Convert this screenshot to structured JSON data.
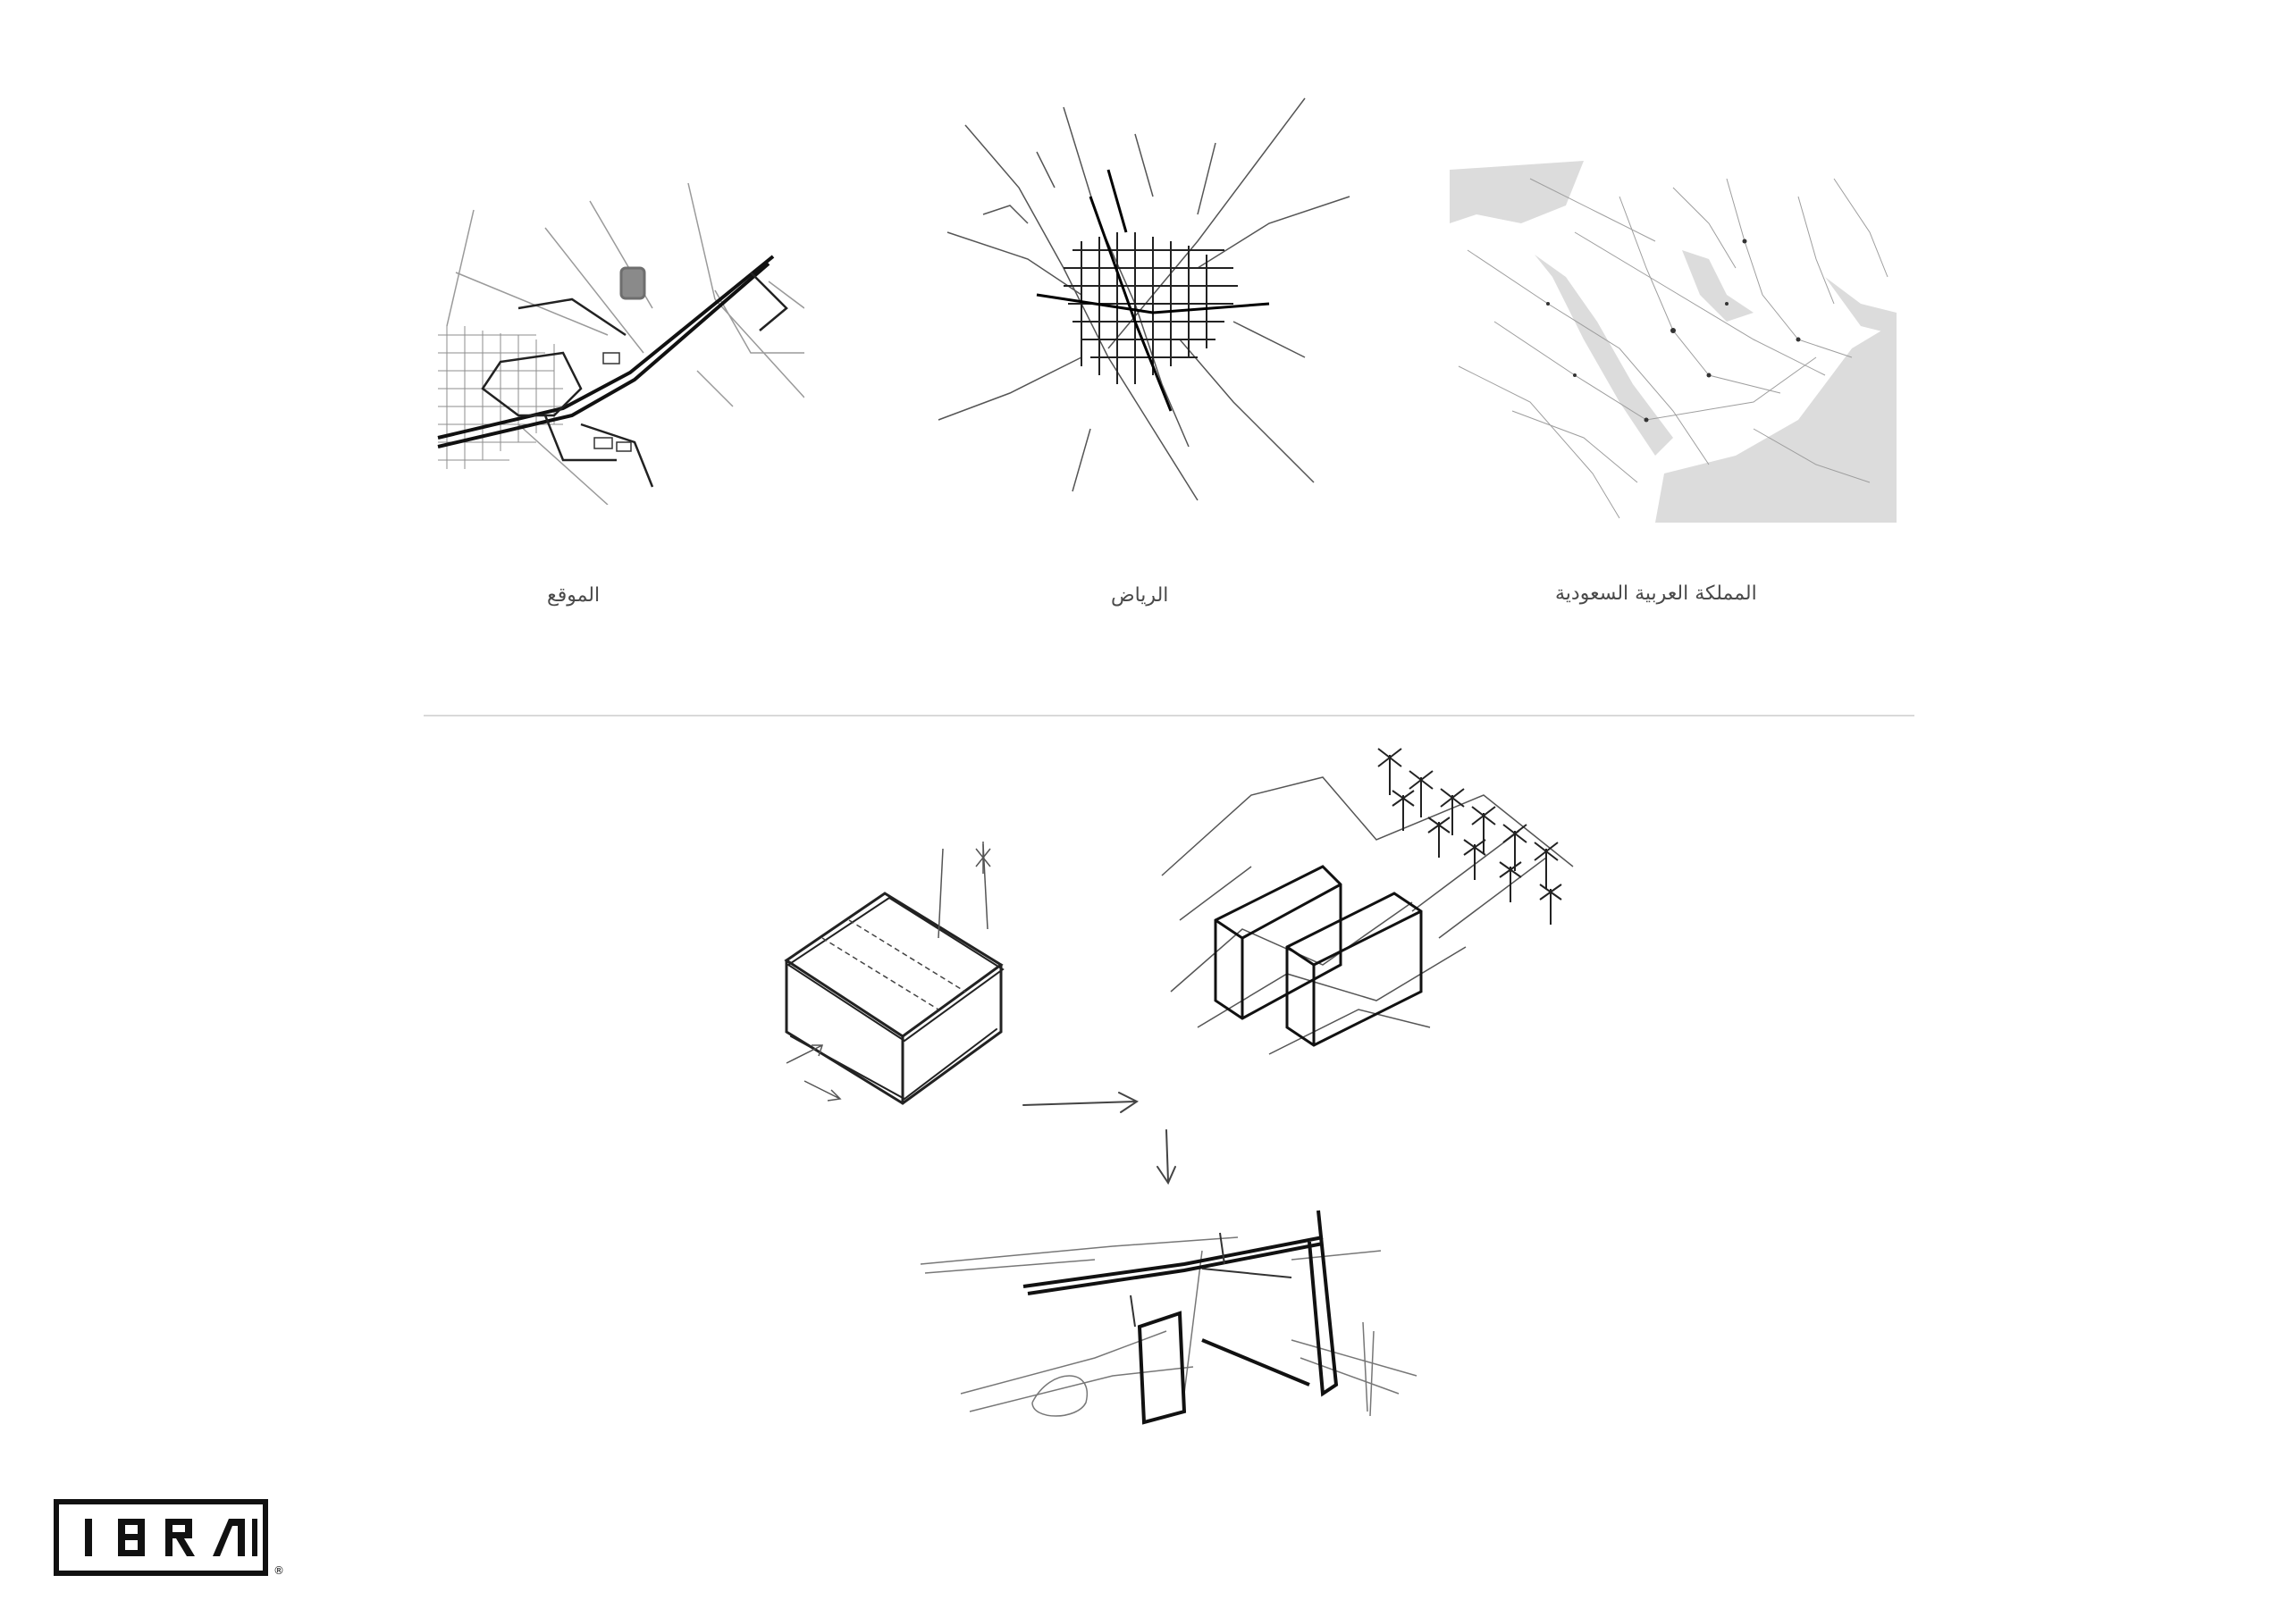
{
  "maps": [
    {
      "id": "site",
      "caption": "الموقع"
    },
    {
      "id": "riyadh",
      "caption": "الرياض"
    },
    {
      "id": "ksa",
      "caption": "المملكة العربية السعودية"
    }
  ],
  "logo": {
    "text": "IBRA",
    "mark": "®"
  },
  "colors": {
    "ink": "#1e1e1e",
    "land": "#dedede",
    "line": "#b8b8b8",
    "divider": "#d9d9d9"
  }
}
